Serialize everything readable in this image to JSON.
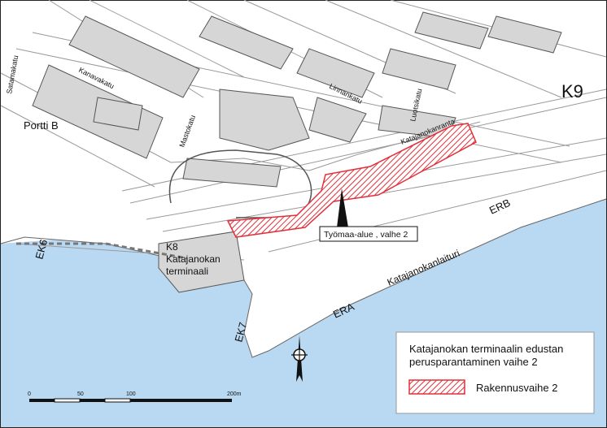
{
  "map": {
    "streets": {
      "satamakatu": "Satamakatu",
      "kanavakatu": "Kanavakatu",
      "mastokatu": "Mastokatu",
      "linnankatu": "Linnankatu",
      "luotsikatu": "Luotsikatu",
      "katajanokanranta": "Katajanokanranta",
      "katajanokanlaituri": "Katajanokanlaituri"
    },
    "places": {
      "portti_b": "Portti B",
      "k9": "K9",
      "k8_code": "K8",
      "k8_name_1": "Katajanokan",
      "k8_name_2": "terminaali"
    },
    "berths": {
      "ek6": "EK6",
      "ek7": "EK7",
      "era": "ERA",
      "erb": "ERB"
    },
    "callout": "Työmaa-alue , valhe 2",
    "colors": {
      "water": "#b9d8f2",
      "hatch": "#e0303a",
      "building": "#d6d6d6",
      "outline": "#444444"
    }
  },
  "legend": {
    "title_line1": "Katajanokan terminaalin edustan",
    "title_line2": "perusparantaminen vaihe 2",
    "item_label": "Rakennusvaihe 2"
  },
  "scalebar": {
    "labels": [
      "0",
      "50",
      "100",
      "200m"
    ]
  },
  "north_arrow": "north-arrow-icon"
}
